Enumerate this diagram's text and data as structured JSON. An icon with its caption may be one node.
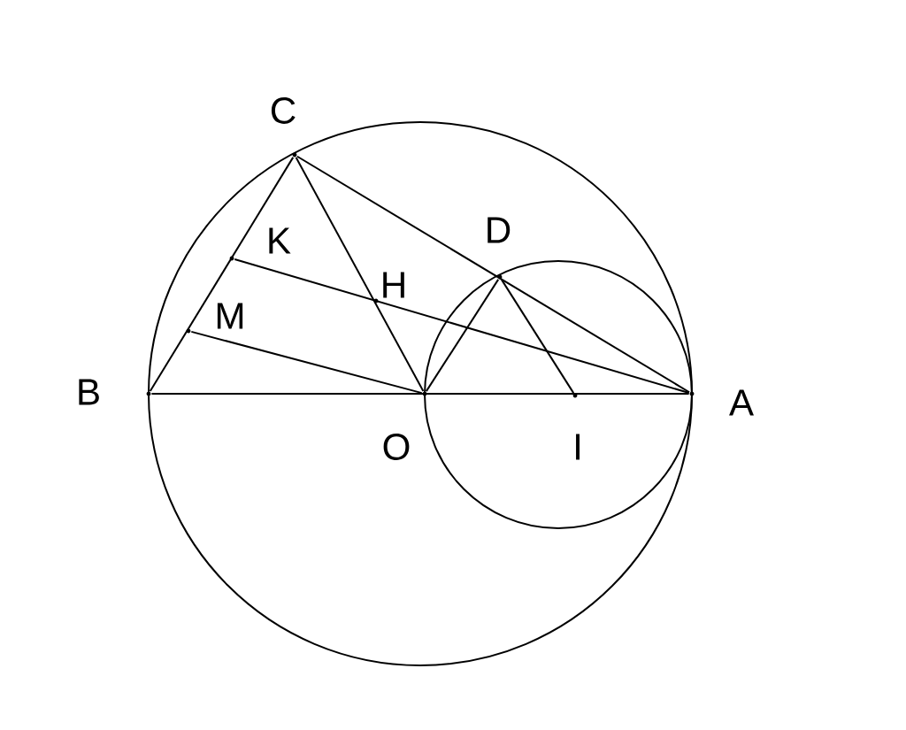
{
  "diagram": {
    "nodes": [
      {
        "text": [
          "C"
        ]
      },
      {
        "text": [
          "D"
        ]
      },
      {
        "text": [
          "K"
        ]
      },
      {
        "text": [
          "H"
        ]
      },
      {
        "text": [
          "M"
        ]
      },
      {
        "text": [
          "B"
        ]
      },
      {
        "text": [
          "A"
        ]
      },
      {
        "text": [
          "O"
        ]
      },
      {
        "text": [
          "I"
        ]
      }
    ],
    "edges": [
      {
        "from": 5,
        "to": 6,
        "arrow": "none"
      },
      {
        "from": 5,
        "to": 0,
        "arrow": "none"
      },
      {
        "from": 0,
        "to": 6,
        "arrow": "none"
      },
      {
        "from": 0,
        "to": 7,
        "arrow": "none"
      },
      {
        "from": 2,
        "to": 6,
        "arrow": "none"
      },
      {
        "from": 4,
        "to": 7,
        "arrow": "none"
      },
      {
        "from": 7,
        "to": 1,
        "arrow": "none"
      },
      {
        "from": 1,
        "to": 8,
        "arrow": "none"
      }
    ]
  }
}
